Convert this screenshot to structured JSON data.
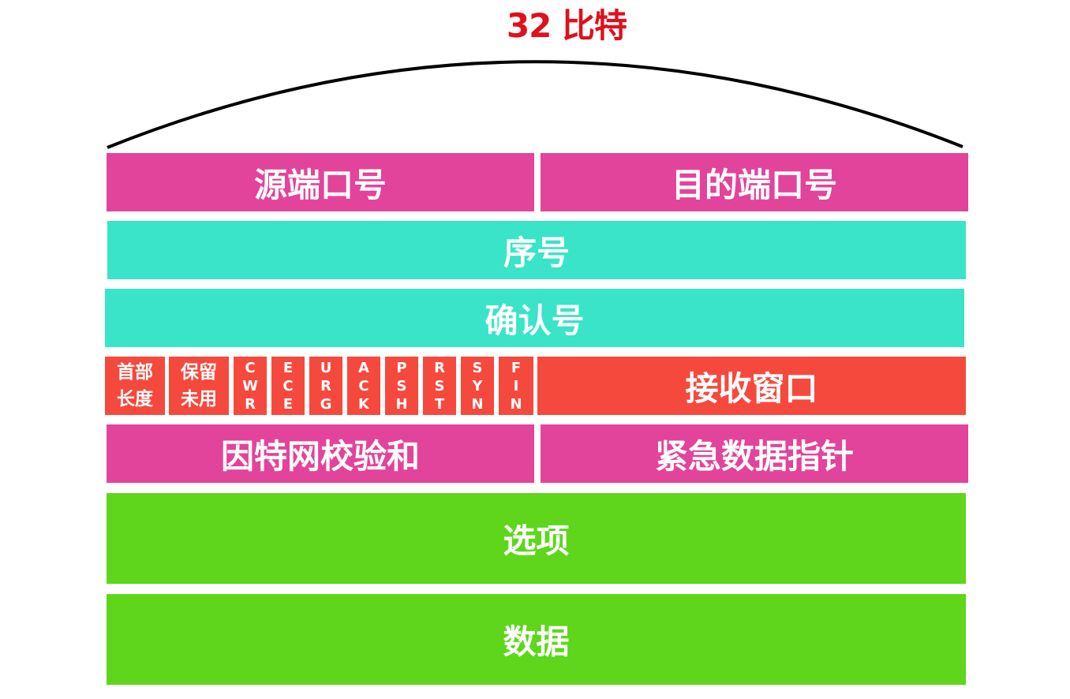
{
  "diagram": {
    "title": "32 比特",
    "colors": {
      "title": "#e0101c",
      "magenta": "#e2449c",
      "teal": "#39e4c8",
      "red": "#f6493d",
      "green": "#5fd61c",
      "text": "#ffffff"
    },
    "row1": {
      "source_port": "源端口号",
      "dest_port": "目的端口号"
    },
    "sequence_number": "序号",
    "ack_number": "确认号",
    "row4": {
      "header_length": [
        "首部",
        "长度"
      ],
      "reserved": [
        "保留",
        "未用"
      ],
      "flags": [
        [
          "C",
          "W",
          "R"
        ],
        [
          "E",
          "C",
          "E"
        ],
        [
          "U",
          "R",
          "G"
        ],
        [
          "A",
          "C",
          "K"
        ],
        [
          "P",
          "S",
          "H"
        ],
        [
          "R",
          "S",
          "T"
        ],
        [
          "S",
          "Y",
          "N"
        ],
        [
          "F",
          "I",
          "N"
        ]
      ],
      "receive_window": "接收窗口"
    },
    "row5": {
      "checksum": "因特网校验和",
      "urgent_pointer": "紧急数据指针"
    },
    "options": "选项",
    "data": "数据"
  }
}
